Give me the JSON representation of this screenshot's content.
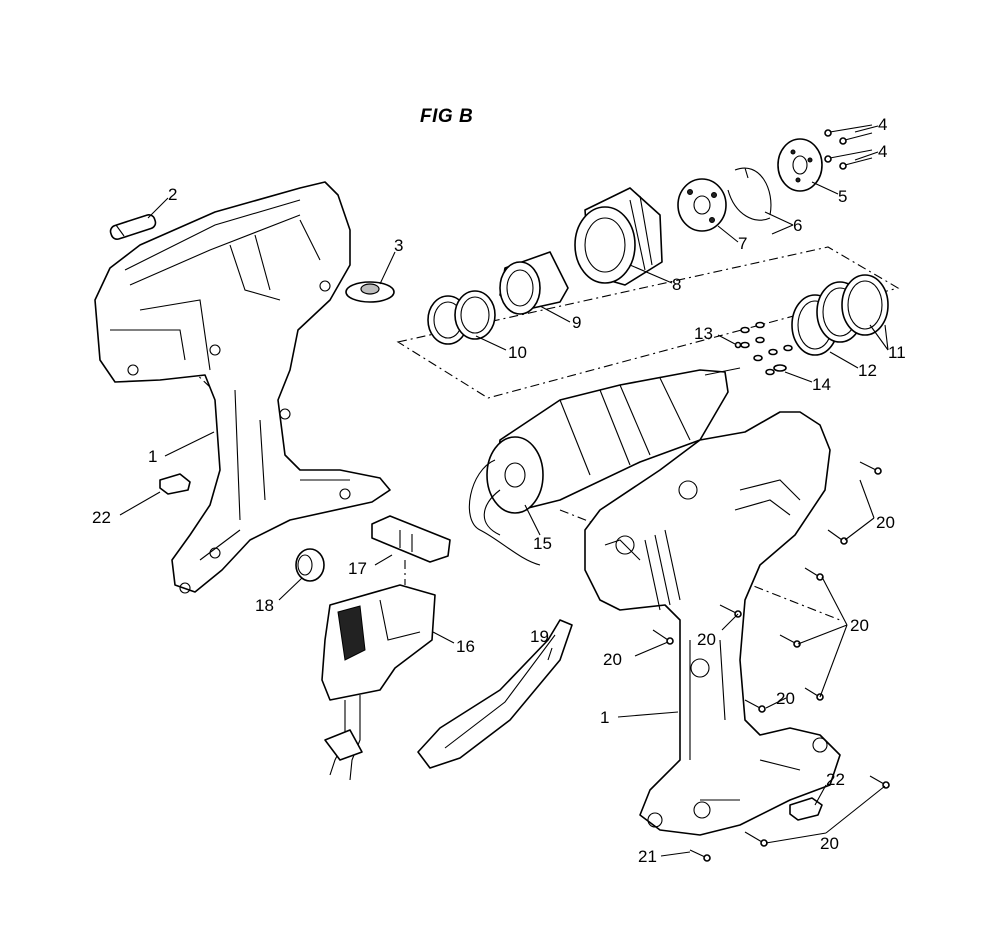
{
  "figure": {
    "title": "FIG B"
  },
  "callouts": {
    "c1a": "1",
    "c1b": "1",
    "c2": "2",
    "c3": "3",
    "c4a": "4",
    "c4b": "4",
    "c5": "5",
    "c6": "6",
    "c7": "7",
    "c8": "8",
    "c9": "9",
    "c10": "10",
    "c11": "11",
    "c12": "12",
    "c13": "13",
    "c14": "14",
    "c15": "15",
    "c16": "16",
    "c17": "17",
    "c18": "18",
    "c19": "19",
    "c20a": "20",
    "c20b": "20",
    "c20c": "20",
    "c20d": "20",
    "c20e": "20",
    "c20f": "20",
    "c21": "21",
    "c22a": "22",
    "c22b": "22"
  }
}
